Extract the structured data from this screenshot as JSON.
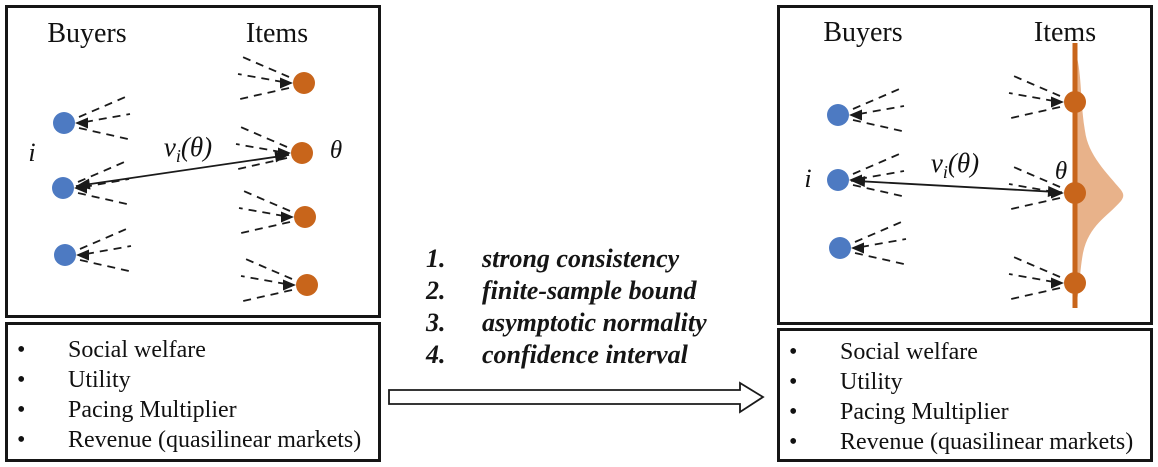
{
  "colors": {
    "buyer_node": "#4d7ac2",
    "item_node": "#c8651b",
    "item_axis": "#c8651b",
    "density_fill": "#e8b28a"
  },
  "left_panel": {
    "buyers_title": "Buyers",
    "items_title": "Items",
    "buyer_index_label": "i",
    "item_type_label": "θ",
    "valuation_main": "v",
    "valuation_sub": "i",
    "valuation_arg": "(θ)",
    "properties": [
      "Social welfare",
      "Utility",
      "Pacing Multiplier",
      "Revenue (quasilinear markets)"
    ]
  },
  "transition": {
    "results": [
      {
        "num": "1.",
        "label": "strong consistency"
      },
      {
        "num": "2.",
        "label": "finite-sample bound"
      },
      {
        "num": "3.",
        "label": "asymptotic normality"
      },
      {
        "num": "4.",
        "label": "confidence interval"
      }
    ]
  },
  "right_panel": {
    "buyers_title": "Buyers",
    "items_title": "Items",
    "buyer_index_label": "i",
    "item_type_label": "θ",
    "valuation_main": "v",
    "valuation_sub": "i",
    "valuation_arg": "(θ)",
    "properties": [
      "Social welfare",
      "Utility",
      "Pacing Multiplier",
      "Revenue (quasilinear markets)"
    ]
  }
}
